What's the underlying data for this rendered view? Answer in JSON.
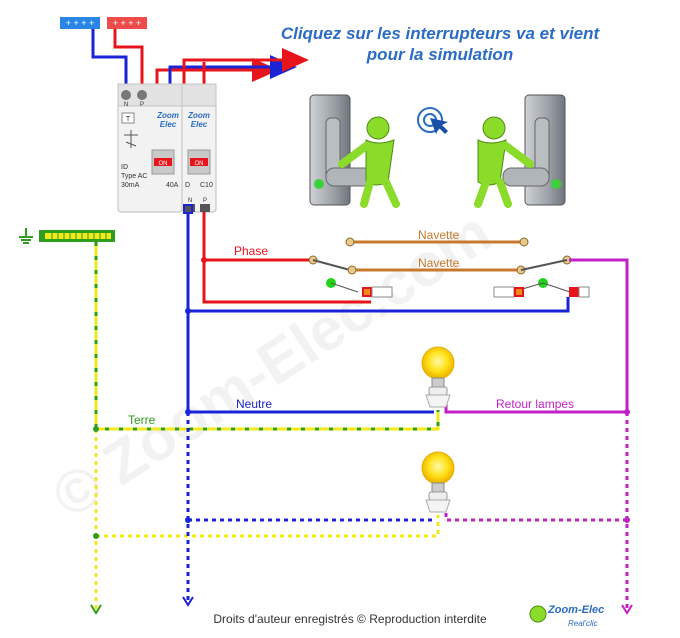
{
  "header": {
    "line1": "Cliquez sur les interrupteurs va et vient",
    "line2": "pour la simulation"
  },
  "labels": {
    "navette_top": "Navette",
    "navette_bottom": "Navette",
    "phase": "Phase",
    "neutre": "Neutre",
    "terre": "Terre",
    "retour": "Retour lampes"
  },
  "breaker_rcd": {
    "brand_line1": "Zoom",
    "brand_line2": "Elec",
    "terminal_n": "N",
    "terminal_p": "P",
    "test_button": "T",
    "type_line1": "ID",
    "type_line2": "Type AC",
    "type_line3": "30mA",
    "rating": "40A",
    "on_label": "ON"
  },
  "breaker_mcb": {
    "brand_line1": "Zoom",
    "brand_line2": "Elec",
    "curve_label": "D",
    "rating": "C10",
    "on_label": "ON",
    "terminal_n": "N",
    "terminal_p": "P"
  },
  "watermark": "© Zoom-Elec.com",
  "footer": {
    "copyright": "Droits d'auteur enregistrés © Reproduction interdite"
  },
  "logo": {
    "line1": "Zoom-Elec",
    "line2": "Real'clic"
  },
  "colors": {
    "phase": "#e8141b",
    "neutral": "#1a24d6",
    "earth": "#f2e81a",
    "earth_green": "#2f9e1f",
    "navette": "#c8792c",
    "retour": "#c21fc4",
    "title": "#2b6cc4",
    "lamp_on": "#ffe21a",
    "led_on": "#22d41a"
  },
  "icons": {
    "left_switch": "switch-man-pushing-icon",
    "right_switch": "switch-man-pushing-icon",
    "click_hint": "click-hand-icon",
    "lamp_top": "lightbulb-on-icon",
    "lamp_bottom": "lightbulb-on-icon",
    "earth_symbol": "ground-icon"
  }
}
